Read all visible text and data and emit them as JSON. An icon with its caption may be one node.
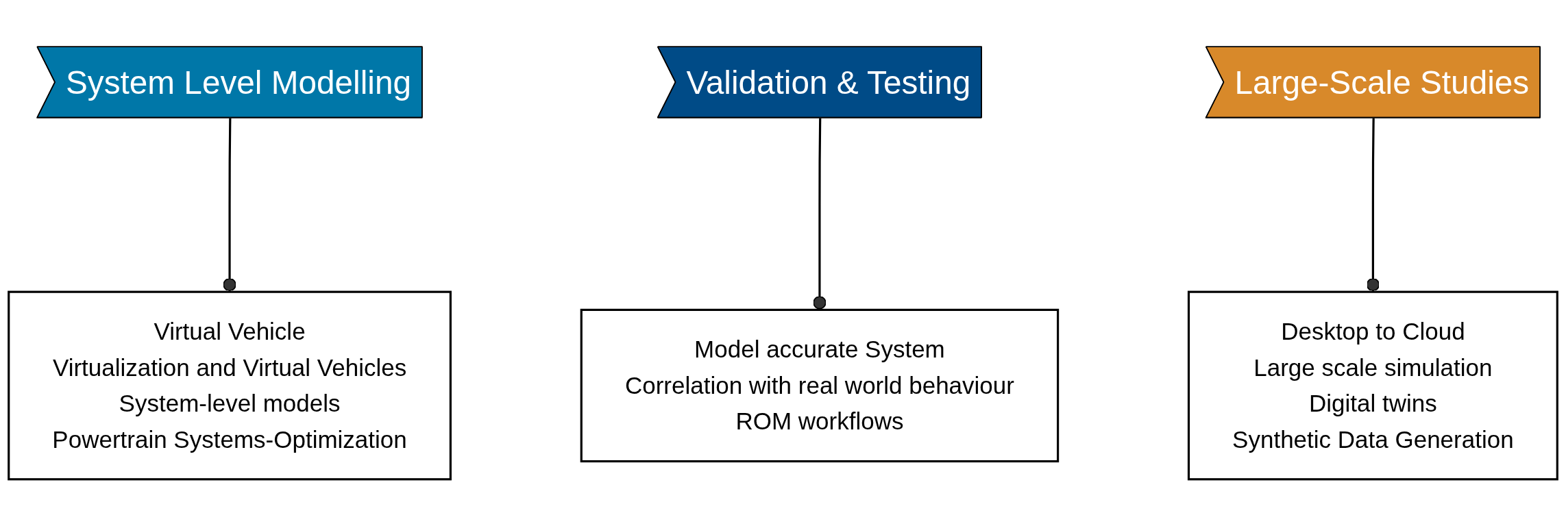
{
  "diagram": {
    "nodes": [
      {
        "text": [
          "System Level Modelling"
        ]
      },
      {
        "text": [
          "Validation & Testing"
        ]
      },
      {
        "text": [
          "Large-Scale Studies"
        ]
      },
      {
        "text": [
          "Virtual Vehicle",
          "Virtualization and Virtual Vehicles",
          "System-level models",
          "Powertrain Systems-Optimization"
        ]
      },
      {
        "text": [
          "Model accurate System",
          "Correlation with real world behaviour",
          "ROM workflows"
        ]
      },
      {
        "text": [
          "Desktop to Cloud",
          "Large scale simulation",
          "Digital twins",
          "Synthetic Data Generation"
        ]
      }
    ],
    "edges": [
      {
        "from": 0,
        "to": 3,
        "arrow": "other"
      },
      {
        "from": 1,
        "to": 4,
        "arrow": "other"
      },
      {
        "from": 2,
        "to": 5,
        "arrow": "other"
      }
    ]
  }
}
